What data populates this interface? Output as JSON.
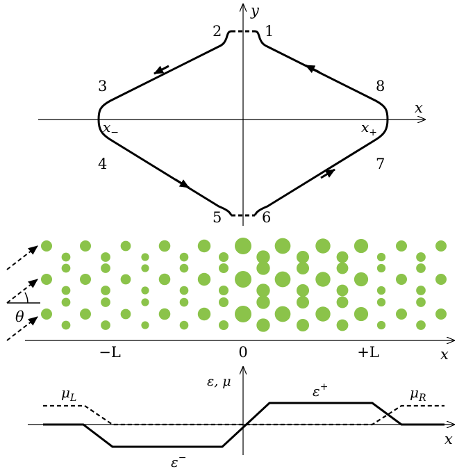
{
  "panel_a": {
    "axis_x": "x",
    "axis_y": "y",
    "x_minus": "x",
    "x_minus_sub": "−",
    "x_plus": "x",
    "x_plus_sub": "+",
    "corner_labels": [
      "1",
      "2",
      "3",
      "4",
      "5",
      "6",
      "7",
      "8"
    ]
  },
  "panel_b": {
    "theta": "θ",
    "tick_labels": [
      "−L",
      "0",
      "+L"
    ],
    "axis_x": "x",
    "particle_color": "#8bc34a"
  },
  "panel_c": {
    "axis_y": "ε, μ",
    "mu_L": "μ",
    "mu_L_sub": "L",
    "mu_R": "μ",
    "mu_R_sub": "R",
    "eps_plus": "ε",
    "eps_plus_sup": "+",
    "eps_minus": "ε",
    "eps_minus_sup": "−",
    "axis_x": "x"
  }
}
